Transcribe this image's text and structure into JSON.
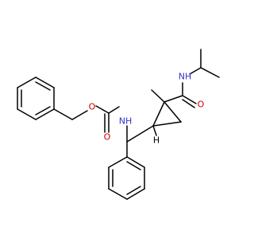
{
  "colors": {
    "bond": "#000000",
    "carbon_h": "#000000",
    "nitrogen": "#3333cc",
    "oxygen": "#cc0000",
    "background": "#ffffff"
  },
  "labels": {
    "o_ester": "O",
    "o_carbamate": "O",
    "nh_carbamate": "NH",
    "nh_amide": "NH",
    "o_amide": "O",
    "h_ring": "H"
  }
}
